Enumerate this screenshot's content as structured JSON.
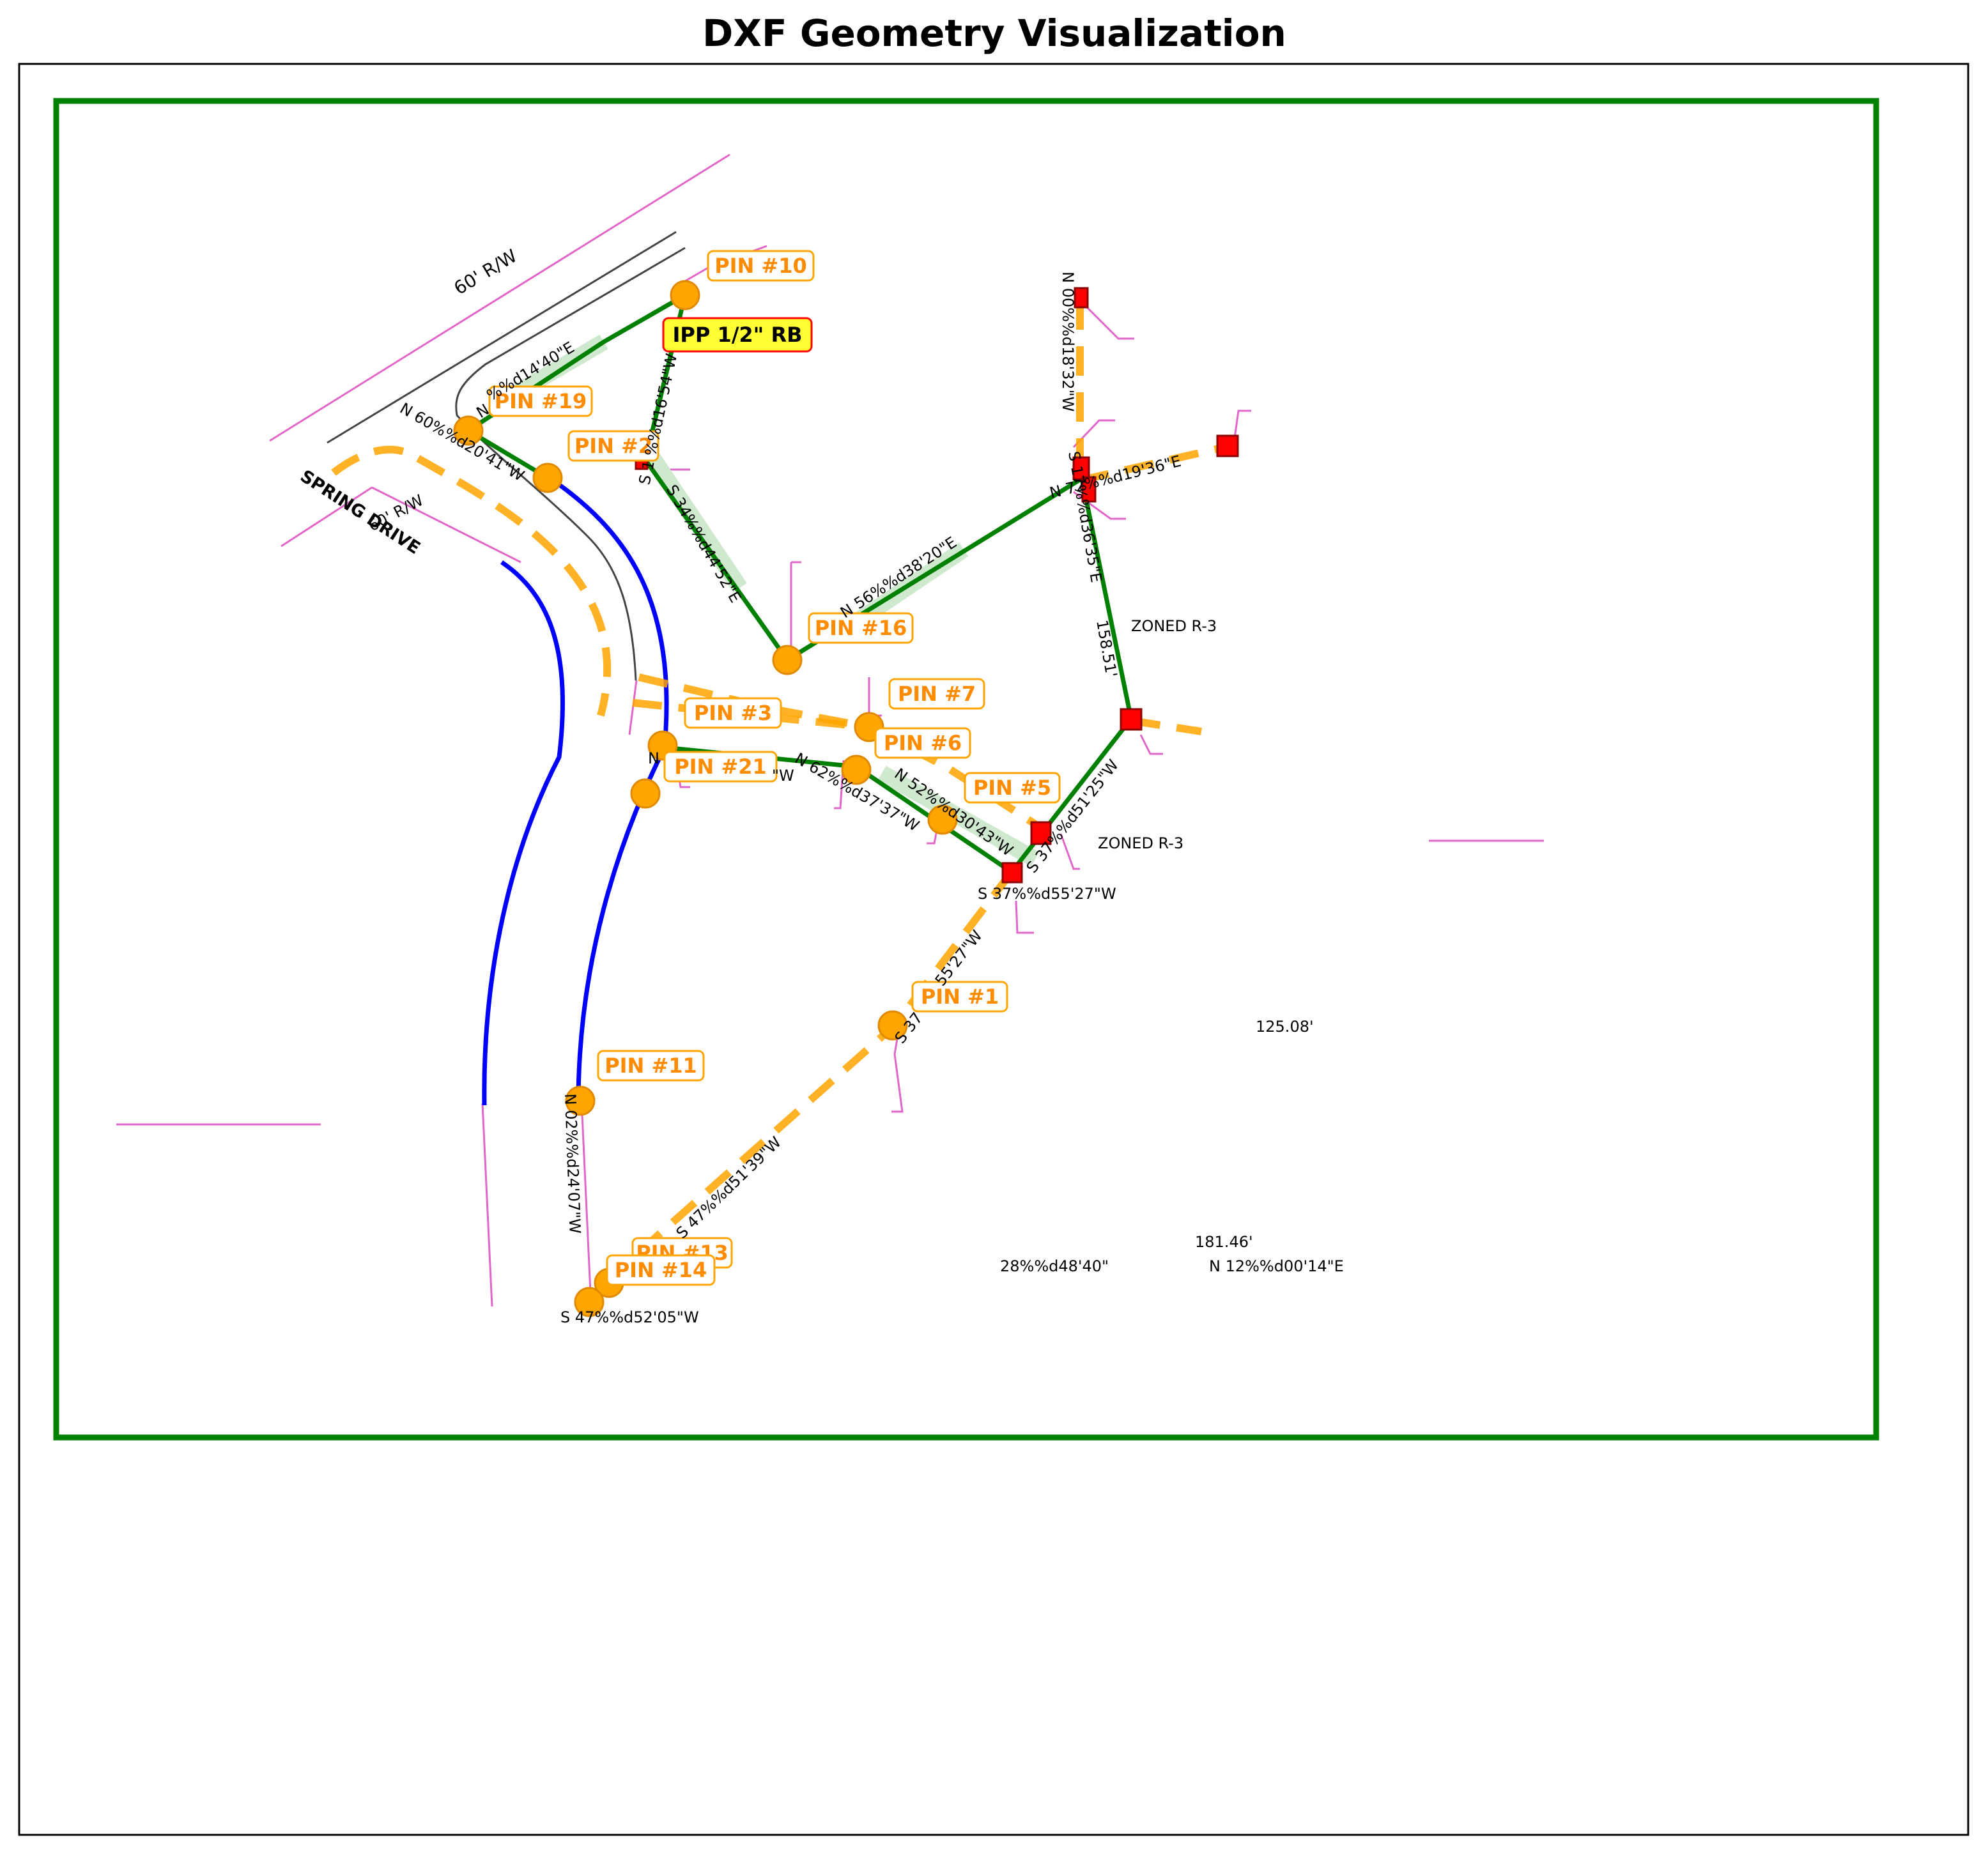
{
  "title": "DXF Geometry Visualization",
  "colors": {
    "boundary": "#008000",
    "pin_fill": "#ffa500",
    "pin_label": "#ff8c00",
    "dashed": "#ffa500",
    "road_curve": "#0000ff",
    "leader": "#e066c8",
    "monument": "#ff0000",
    "ipp_fill": "#ffff33"
  },
  "road": {
    "name": "SPRING DRIVE",
    "row_label": "60' R/W",
    "row_label_top": "60' R/W"
  },
  "pins": [
    {
      "label": "PIN #10"
    },
    {
      "label": "PIN #19"
    },
    {
      "label": "PIN #2"
    },
    {
      "label": "PIN #16"
    },
    {
      "label": "PIN #7"
    },
    {
      "label": "PIN #3"
    },
    {
      "label": "PIN #6"
    },
    {
      "label": "PIN #21"
    },
    {
      "label": "PIN #5"
    },
    {
      "label": "PIN #1"
    },
    {
      "label": "PIN #11"
    },
    {
      "label": "PIN #13"
    },
    {
      "label": "PIN #14"
    }
  ],
  "ipp_label": "IPP 1/2\" RB",
  "bearings": [
    "N 00%%d18'32\"W",
    "N 60%%d20'41\"W",
    "S 34%%d44'52\"E",
    "N 56%%d38'20\"E",
    "N 72%%d19'36\"E",
    "S 17%%d36'35\"E",
    "S 37%%d51'25\"W",
    "N 62%%d37'37\"W",
    "N 52%%d30'43\"W",
    "S 37%%d55'27\"W",
    "S 47%%d51'39\"W",
    "N 02%%d24'07\"W",
    "S 47%%d52'05\"W",
    "N 12%%d00'14\"E"
  ],
  "partial_labels": {
    "n_14_40": "%%d14'40\"E",
    "n_prefix": "N",
    "s_16_54": "S 1  %%d16'54\"W",
    "pin3_w": "\"W",
    "pin3_n": "N",
    "s37_frag": "S 37",
    "s37_frag2": "55'27\"W"
  },
  "distances": [
    "158.51'",
    "125.08'",
    "181.46'"
  ],
  "angle_note": "28%%d48'40\"",
  "zone_notes": [
    "ZONED R-3",
    "ZONED R-3"
  ]
}
